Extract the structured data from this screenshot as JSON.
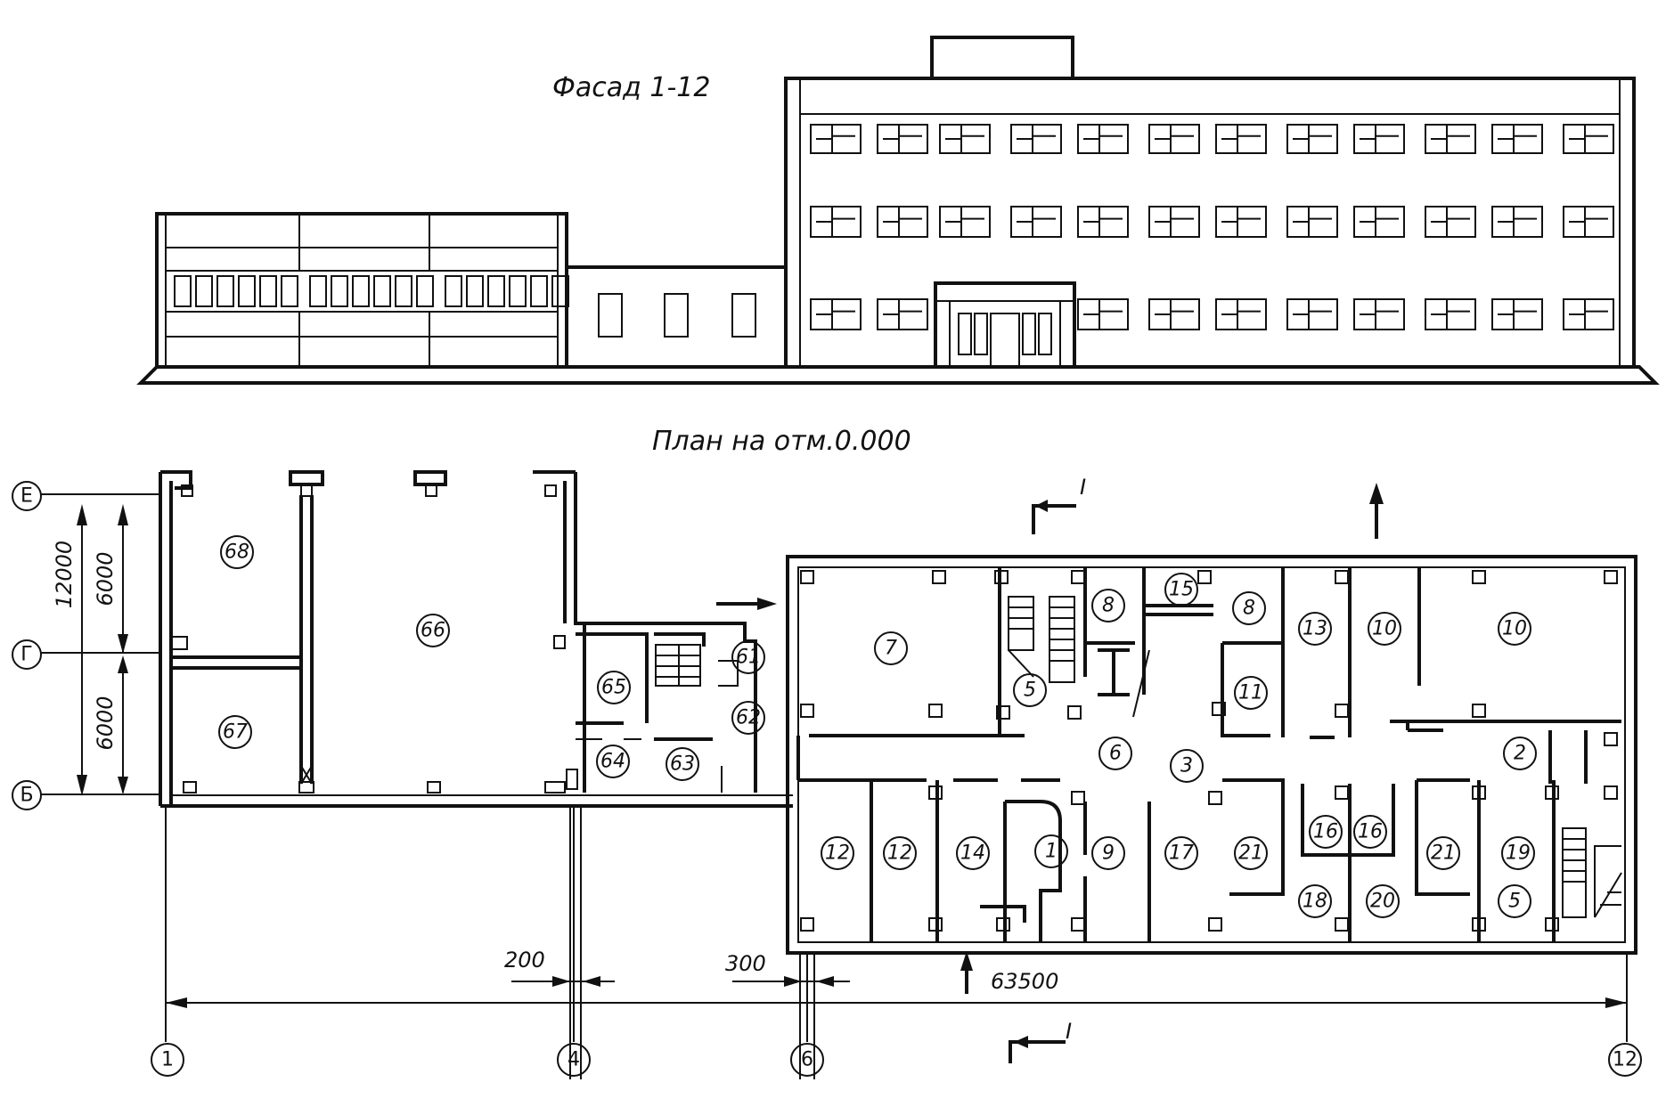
{
  "titles": {
    "facade": "Фасад 1-12",
    "plan": "План на отм.0.000"
  },
  "grid_axes": {
    "rows": [
      "Е",
      "Г",
      "Б"
    ],
    "columns": [
      "1",
      "4",
      "6",
      "12"
    ]
  },
  "dimensions": {
    "total_height": "12000",
    "upper_bay": "6000",
    "lower_bay": "6000",
    "wall_200": "200",
    "wall_300": "300",
    "total_length": "63500"
  },
  "section_marks": {
    "top": "I",
    "bottom": "I"
  },
  "rooms": [
    "68",
    "66",
    "67",
    "65",
    "61",
    "62",
    "64",
    "63",
    "7",
    "8",
    "15",
    "8",
    "13",
    "10",
    "10",
    "5",
    "6",
    "11",
    "3",
    "2",
    "12",
    "12",
    "14",
    "1",
    "9",
    "17",
    "21",
    "16",
    "16",
    "18",
    "20",
    "21",
    "19",
    "5"
  ]
}
